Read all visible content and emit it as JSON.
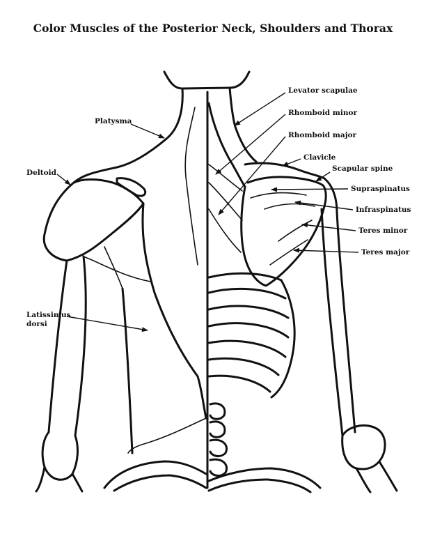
{
  "title": "Color Muscles of the Posterior Neck, Shoulders and Thorax",
  "labels": {
    "platysma": "Platysma",
    "deltoid": "Deltoid",
    "latissimus_1": "Latissimus",
    "latissimus_2": "dorsi",
    "levator_scapulae": "Levator scapulae",
    "rhomboid_minor": "Rhomboid minor",
    "rhomboid_major": "Rhomboid major",
    "clavicle": "Clavicle",
    "scapular_spine": "Scapular spine",
    "supraspinatus": "Supraspinatus",
    "infraspinatus": "Infraspinatus",
    "teres_minor": "Teres minor",
    "teres_major": "Teres major"
  }
}
